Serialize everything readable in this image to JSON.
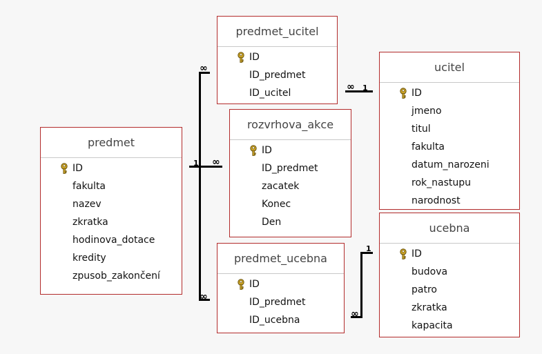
{
  "tables": {
    "predmet": {
      "title": "predmet",
      "fields": [
        "ID",
        "fakulta",
        "nazev",
        "zkratka",
        "hodinova_dotace",
        "kredity",
        "zpusob_zakončení"
      ]
    },
    "predmet_ucitel": {
      "title": "predmet_ucitel",
      "fields": [
        "ID",
        "ID_predmet",
        "ID_ucitel"
      ]
    },
    "rozvrhova_akce": {
      "title": "rozvrhova_akce",
      "fields": [
        "ID",
        "ID_predmet",
        "zacatek",
        "Konec",
        "Den"
      ]
    },
    "predmet_ucebna": {
      "title": "predmet_ucebna",
      "fields": [
        "ID",
        "ID_predmet",
        "ID_ucebna"
      ]
    },
    "ucitel": {
      "title": "ucitel",
      "fields": [
        "ID",
        "jmeno",
        "titul",
        "fakulta",
        "datum_narozeni",
        "rok_nastupu",
        "narodnost"
      ]
    },
    "ucebna": {
      "title": "ucebna",
      "fields": [
        "ID",
        "budova",
        "patro",
        "zkratka",
        "kapacita"
      ]
    }
  },
  "relationships": {
    "one_label": "1",
    "many_label": "∞"
  },
  "colors": {
    "table_border": "#b22a2a",
    "key_gold": "#c9a227",
    "line": "#000000"
  },
  "icons": {
    "primary_key": "key-icon"
  }
}
